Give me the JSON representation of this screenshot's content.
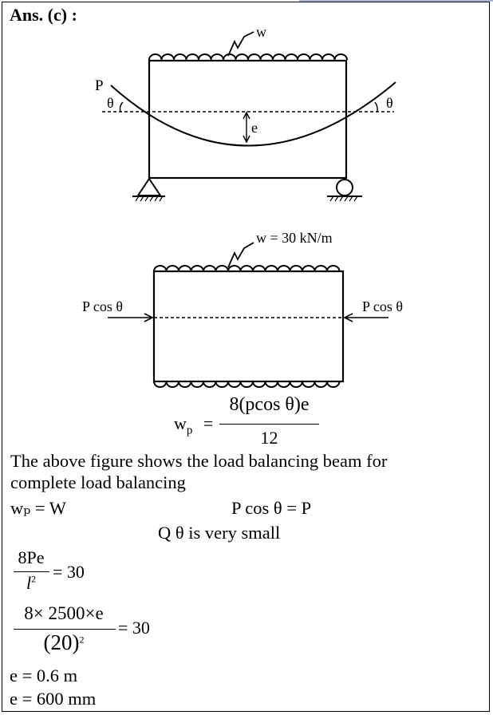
{
  "heading": "Ans. (c) :",
  "figure1": {
    "load_label": "w",
    "force_label": "P",
    "angle_left": "θ",
    "angle_right": "θ",
    "eccentricity": "e"
  },
  "figure2": {
    "load_label": "w = 30 kN/m",
    "force_left": "P cos θ",
    "force_right": "P cos θ"
  },
  "formula_wp": {
    "lhs": "w",
    "lhs_sub": "p",
    "numerator": "8(pcos θ)e",
    "denominator": "12"
  },
  "text": {
    "line1": "The above figure shows the load balancing beam for",
    "line2": "complete load balancing",
    "wp_eq_w": "wₚ = W",
    "pcos_eq_p": "P cos θ = P",
    "theta_small": "Q θ is very small",
    "e_result_m": "e = 0.6 m",
    "e_result_mm": "e = 600 mm"
  },
  "eq1": {
    "numerator": "8Pe",
    "denominator": "l",
    "denominator_sup": "2",
    "rhs": "= 30"
  },
  "eq2": {
    "numerator": "8× 2500×e",
    "denominator": "(20)",
    "denominator_sup": "2",
    "rhs": "= 30"
  }
}
